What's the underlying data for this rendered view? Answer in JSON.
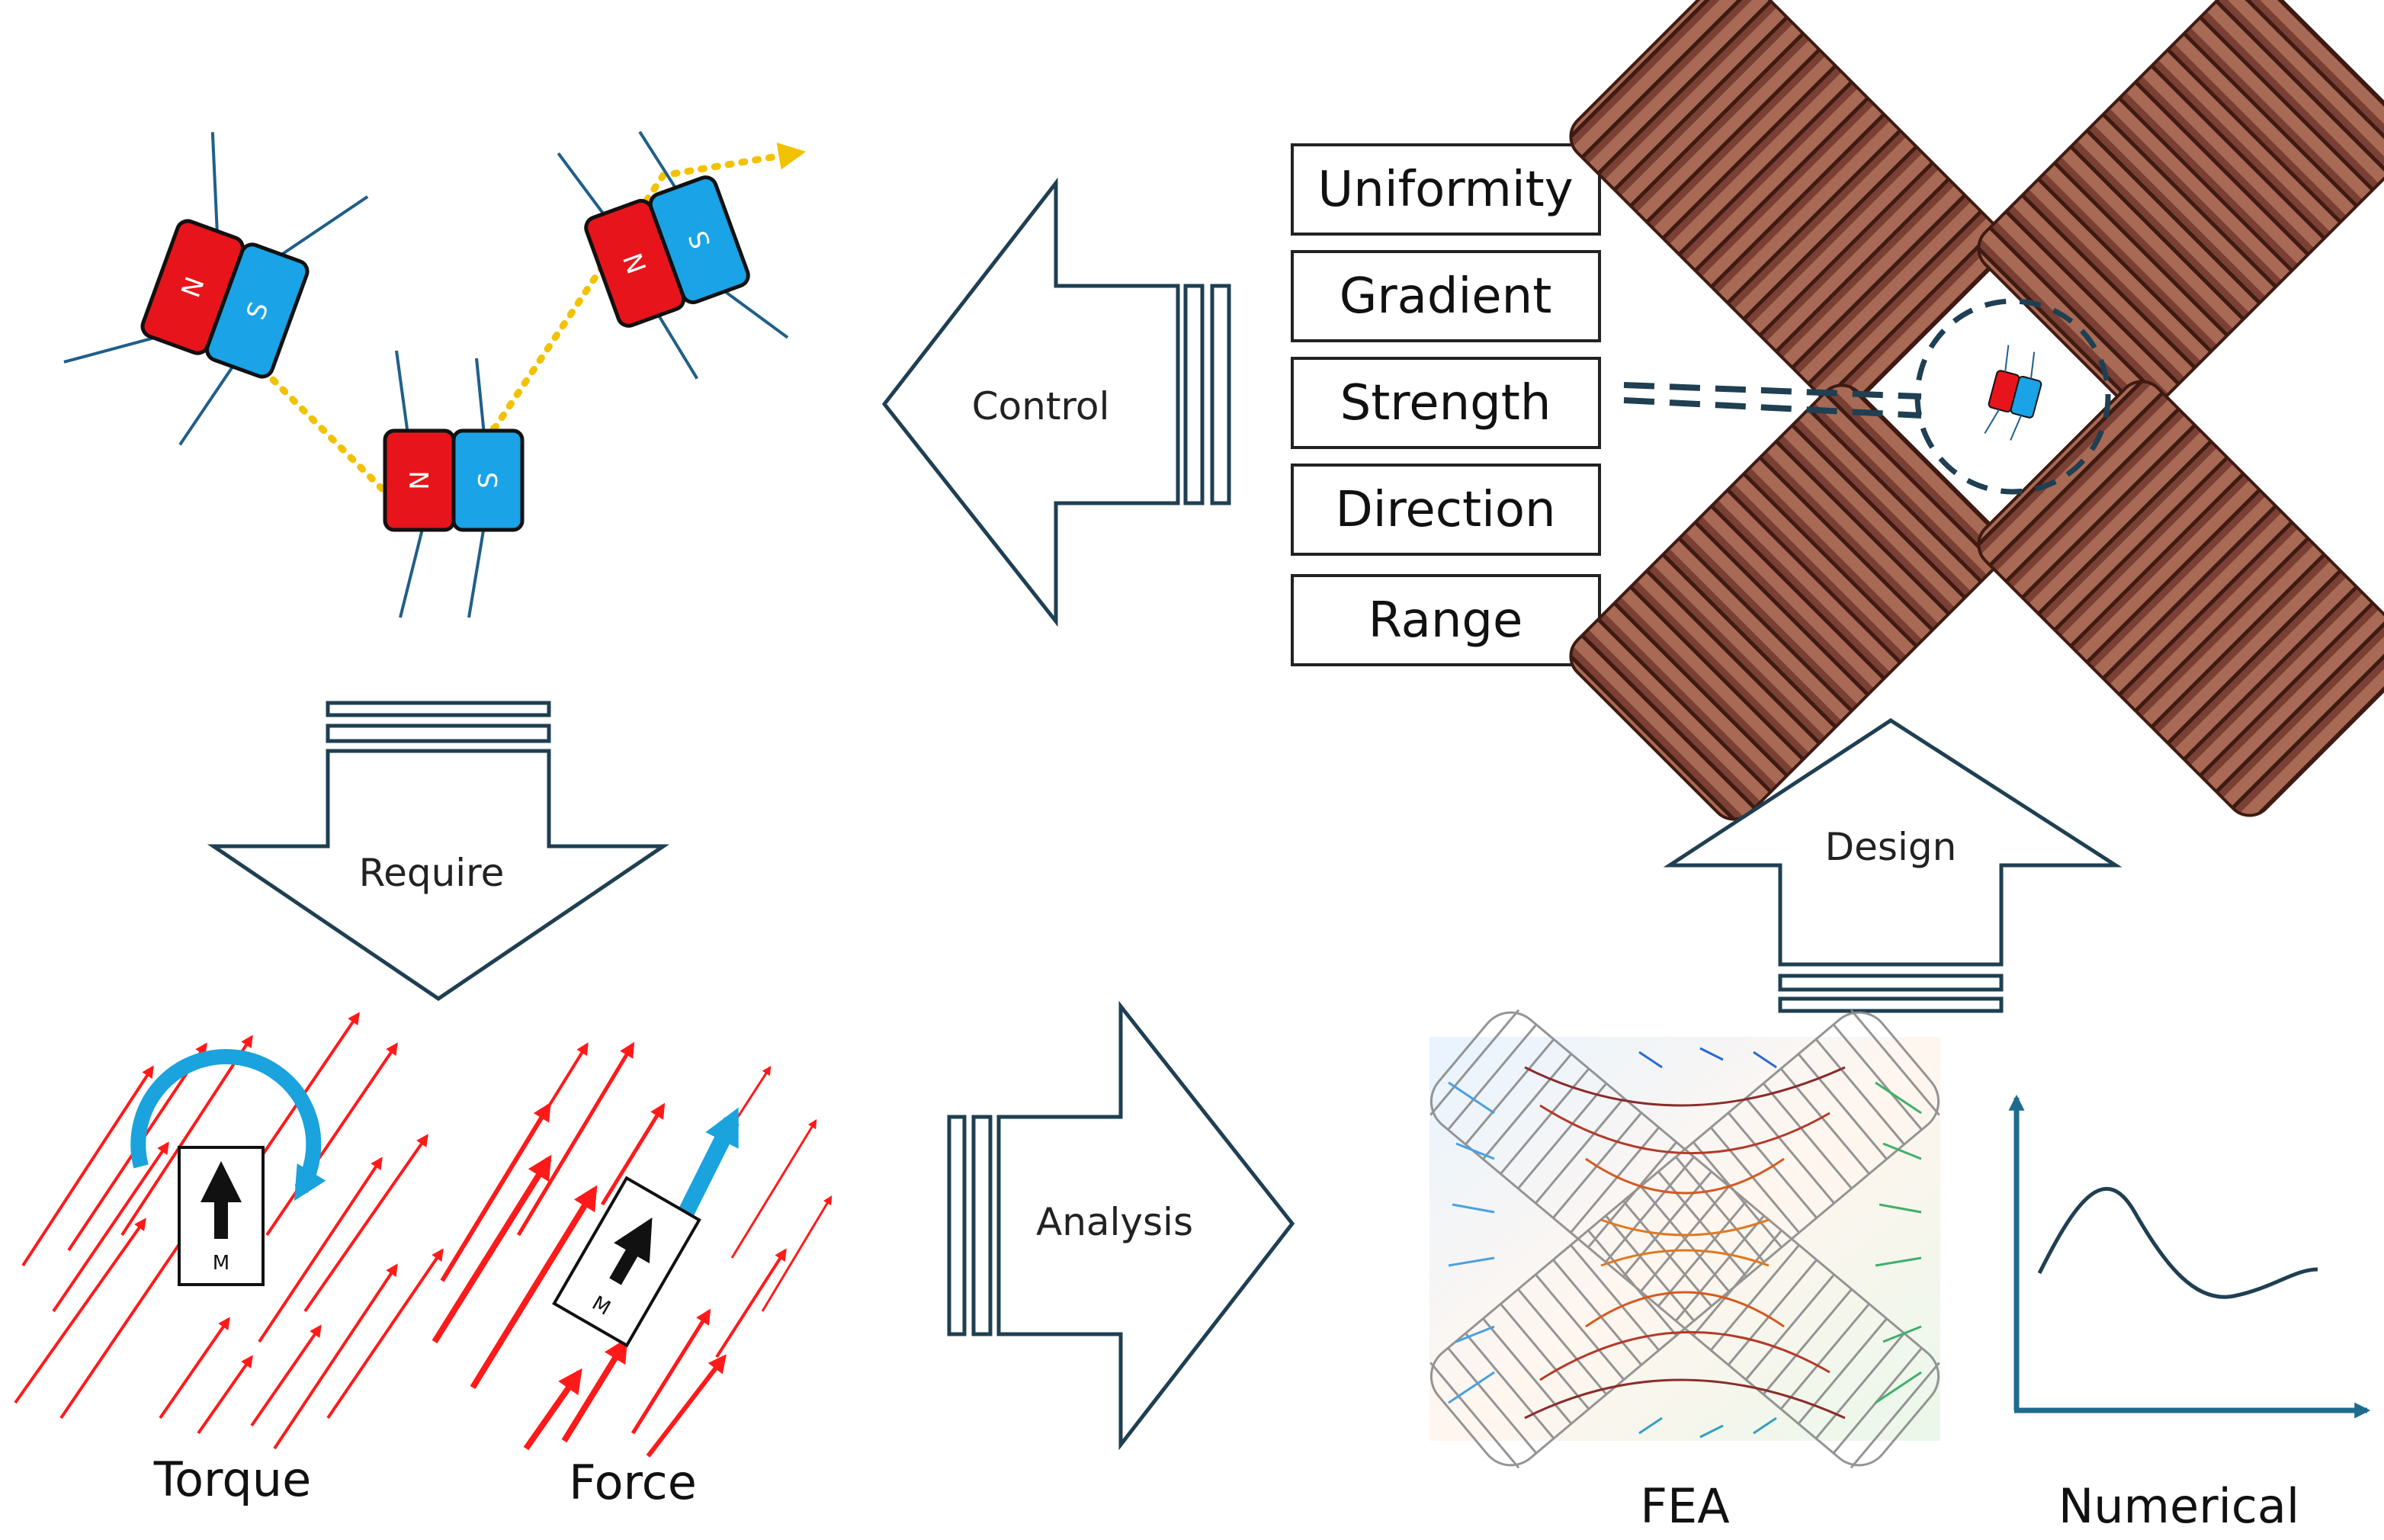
{
  "arrows": {
    "control": "Control",
    "require": "Require",
    "analysis": "Analysis",
    "design": "Design"
  },
  "field_properties": [
    "Uniformity",
    "Gradient",
    "Strength",
    "Direction",
    "Range"
  ],
  "magnet": {
    "north": "N",
    "south": "S",
    "north_color": "#e8141b",
    "south_color": "#1aa3e6"
  },
  "moment_label": "M",
  "captions": {
    "torque": "Torque",
    "force": "Force",
    "fea": "FEA",
    "numerical": "Numerical"
  },
  "colors": {
    "coil": "#7a4033",
    "field_arrow": "#ff1a1a",
    "torque_arrow": "#1aa3dc",
    "path": "#f2c200",
    "dashed_circle": "#1f3f52",
    "axis": "#1f6b8e",
    "curve": "#1f3f52"
  }
}
